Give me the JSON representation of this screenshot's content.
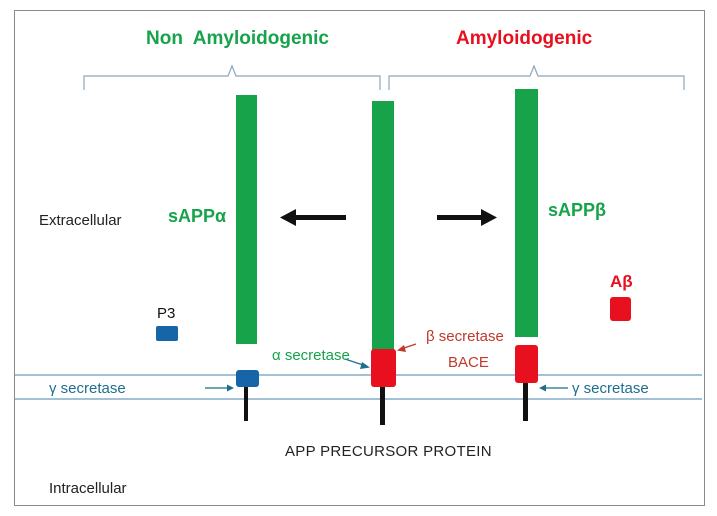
{
  "titles": {
    "non_amyloidogenic": "Non  Amyloidogenic",
    "amyloidogenic": "Amyloidogenic"
  },
  "regions": {
    "extracellular": "Extracellular",
    "intracellular": "Intracellular"
  },
  "fragments": {
    "sapp_alpha": "sAPPα",
    "sapp_beta": "sAPPβ",
    "p3": "P3",
    "abeta": "Aβ"
  },
  "enzymes": {
    "gamma_left": "γ secretase",
    "gamma_right": "γ secretase",
    "alpha": "α secretase",
    "beta_line1": "β secretase",
    "beta_line2": "BACE"
  },
  "protein": {
    "label": "APP PRECURSOR PROTEIN"
  },
  "colors": {
    "green": "#16a34a",
    "red": "#e8101e",
    "blue": "#1565a8",
    "membrane": "#6a9bbd"
  }
}
